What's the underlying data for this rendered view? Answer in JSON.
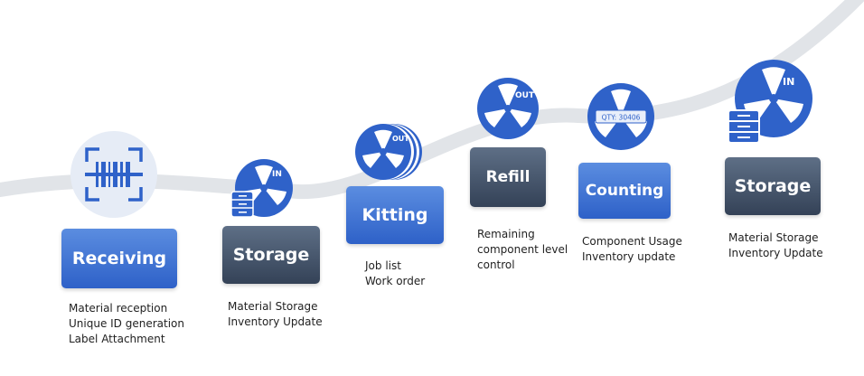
{
  "colors": {
    "accent_blue": "#2f62c9",
    "dark_slate": "#3b4a60",
    "curve": "#e1e4e8",
    "scanner_bg": "#e6ecf6"
  },
  "steps": [
    {
      "id": "receiving",
      "label": "Receiving",
      "icon": "barcode-scanner-icon",
      "desc": [
        "Material reception",
        "Unique ID generation",
        "Label Attachment"
      ]
    },
    {
      "id": "storage-1",
      "label": "Storage",
      "icon": "reel-in-icon",
      "badge": "IN",
      "desc": [
        "Material Storage",
        "Inventory Update"
      ]
    },
    {
      "id": "kitting",
      "label": "Kitting",
      "icon": "reel-stack-out-icon",
      "badge": "OUT",
      "desc": [
        "Job list",
        "Work order"
      ]
    },
    {
      "id": "refill",
      "label": "Refill",
      "icon": "reel-out-icon",
      "badge": "OUT",
      "desc": [
        "Remaining",
        "component level",
        "control"
      ]
    },
    {
      "id": "counting",
      "label": "Counting",
      "icon": "reel-qty-icon",
      "badge": "QTY: 30406",
      "desc": [
        "Component Usage",
        "Inventory update"
      ]
    },
    {
      "id": "storage-2",
      "label": "Storage",
      "icon": "reel-in-icon",
      "badge": "IN",
      "desc": [
        "Material Storage",
        "Inventory Update"
      ]
    }
  ]
}
